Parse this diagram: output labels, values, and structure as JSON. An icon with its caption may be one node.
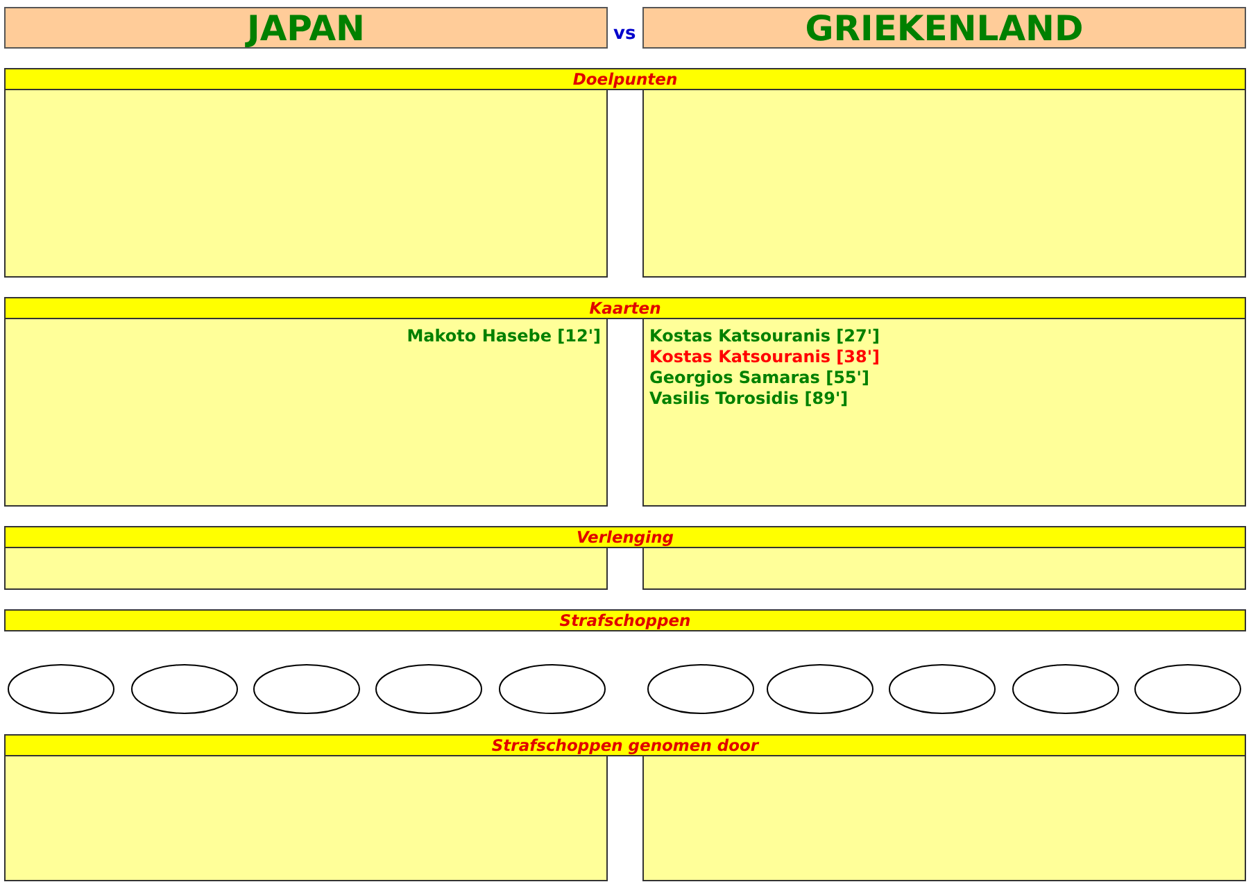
{
  "diagram": {
    "nodes": [
      {
        "text": [
          "JAPAN"
        ]
      },
      {
        "text": [
          "GRIEKENLAND"
        ]
      },
      {
        "text": [
          "Doelpunten"
        ]
      },
      {
        "text": [],
        "shape": "box"
      },
      {
        "text": [],
        "shape": "box"
      },
      {
        "text": [
          "Kaarten"
        ]
      },
      {
        "text": [
          "Makoto Hasebe [12']"
        ]
      },
      {
        "text": [
          "Kostas Katsouranis [27']",
          "Kostas Katsouranis [38']",
          "Georgios Samaras [55']",
          "Vasilis Torosidis [89']"
        ]
      },
      {
        "text": [
          "Verlenging"
        ]
      },
      {
        "text": [],
        "shape": "box"
      },
      {
        "text": [],
        "shape": "box"
      },
      {
        "text": [
          "Strafschoppen"
        ]
      },
      {
        "text": [],
        "shape": "circle"
      },
      {
        "text": [],
        "shape": "circle"
      },
      {
        "text": [],
        "shape": "circle"
      },
      {
        "text": [],
        "shape": "circle"
      },
      {
        "text": [],
        "shape": "circle"
      },
      {
        "text": [],
        "shape": "circle"
      },
      {
        "text": [],
        "shape": "circle"
      },
      {
        "text": [],
        "shape": "circle"
      },
      {
        "text": [],
        "shape": "circle"
      },
      {
        "text": [],
        "shape": "circle"
      },
      {
        "text": [
          "Strafschoppen genomen door"
        ]
      },
      {
        "text": [],
        "shape": "box"
      },
      {
        "text": [],
        "shape": "box"
      }
    ],
    "labels": [
      "vs"
    ]
  }
}
